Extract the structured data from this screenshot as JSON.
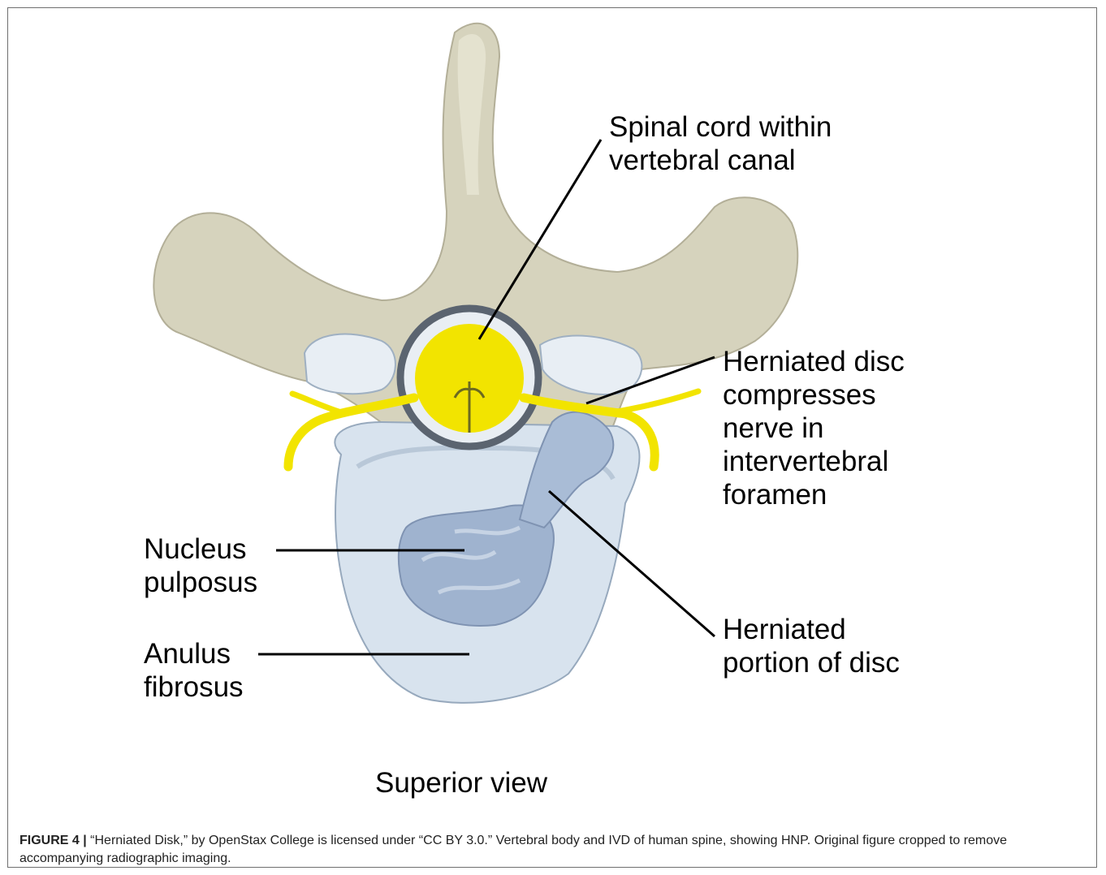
{
  "labels": {
    "spinal_cord": "Spinal cord within\nvertebral canal",
    "herniated_disc_compresses": "Herniated disc\ncompresses\nnerve in\nintervertebral\nforamen",
    "nucleus_pulposus": "Nucleus\npulposus",
    "anulus_fibrosus": "Anulus\nfibrosus",
    "herniated_portion": "Herniated\nportion of disc",
    "view": "Superior view"
  },
  "caption": {
    "figure_label": "FIGURE 4 |",
    "text": " “Herniated Disk,” by OpenStax College is licensed under “CC BY 3.0.” Vertebral body and IVD of human spine, showing HNP. Original figure cropped to remove accompanying radiographic imaging."
  },
  "colors": {
    "bone": "#d6d3bd",
    "bone_shadow": "#b9b59c",
    "disc": "#d8e3ee",
    "nucleus": "#9fb3cf",
    "nerve": "#f2e400",
    "spinal_cord": "#f2e400"
  }
}
